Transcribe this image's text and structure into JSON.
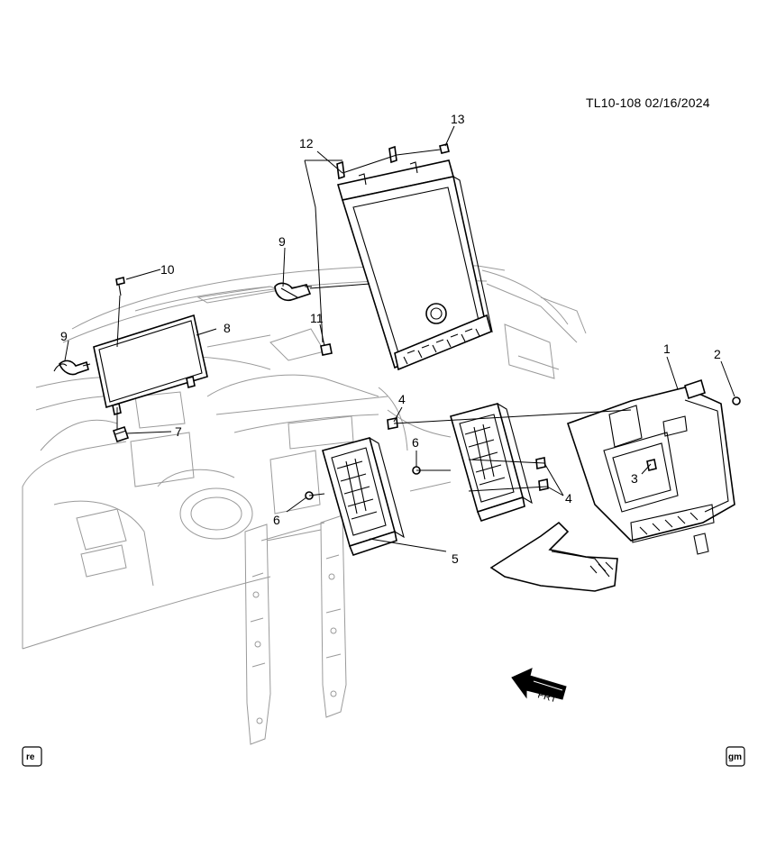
{
  "drawing": {
    "reference": "TL10-108 02/16/2024"
  },
  "callouts": [
    {
      "id": "1",
      "label": "1"
    },
    {
      "id": "2",
      "label": "2"
    },
    {
      "id": "3",
      "label": "3"
    },
    {
      "id": "4a",
      "label": "4"
    },
    {
      "id": "4b",
      "label": "4"
    },
    {
      "id": "5",
      "label": "5"
    },
    {
      "id": "6a",
      "label": "6"
    },
    {
      "id": "6b",
      "label": "6"
    },
    {
      "id": "7",
      "label": "7"
    },
    {
      "id": "8",
      "label": "8"
    },
    {
      "id": "9a",
      "label": "9"
    },
    {
      "id": "9b",
      "label": "9"
    },
    {
      "id": "10",
      "label": "10"
    },
    {
      "id": "11",
      "label": "11"
    },
    {
      "id": "12",
      "label": "12"
    },
    {
      "id": "13",
      "label": "13"
    }
  ],
  "direction_marker": {
    "label": "FRT",
    "icon": "front-arrow-icon"
  },
  "corner_marks": {
    "left": "re",
    "right": "gm"
  }
}
